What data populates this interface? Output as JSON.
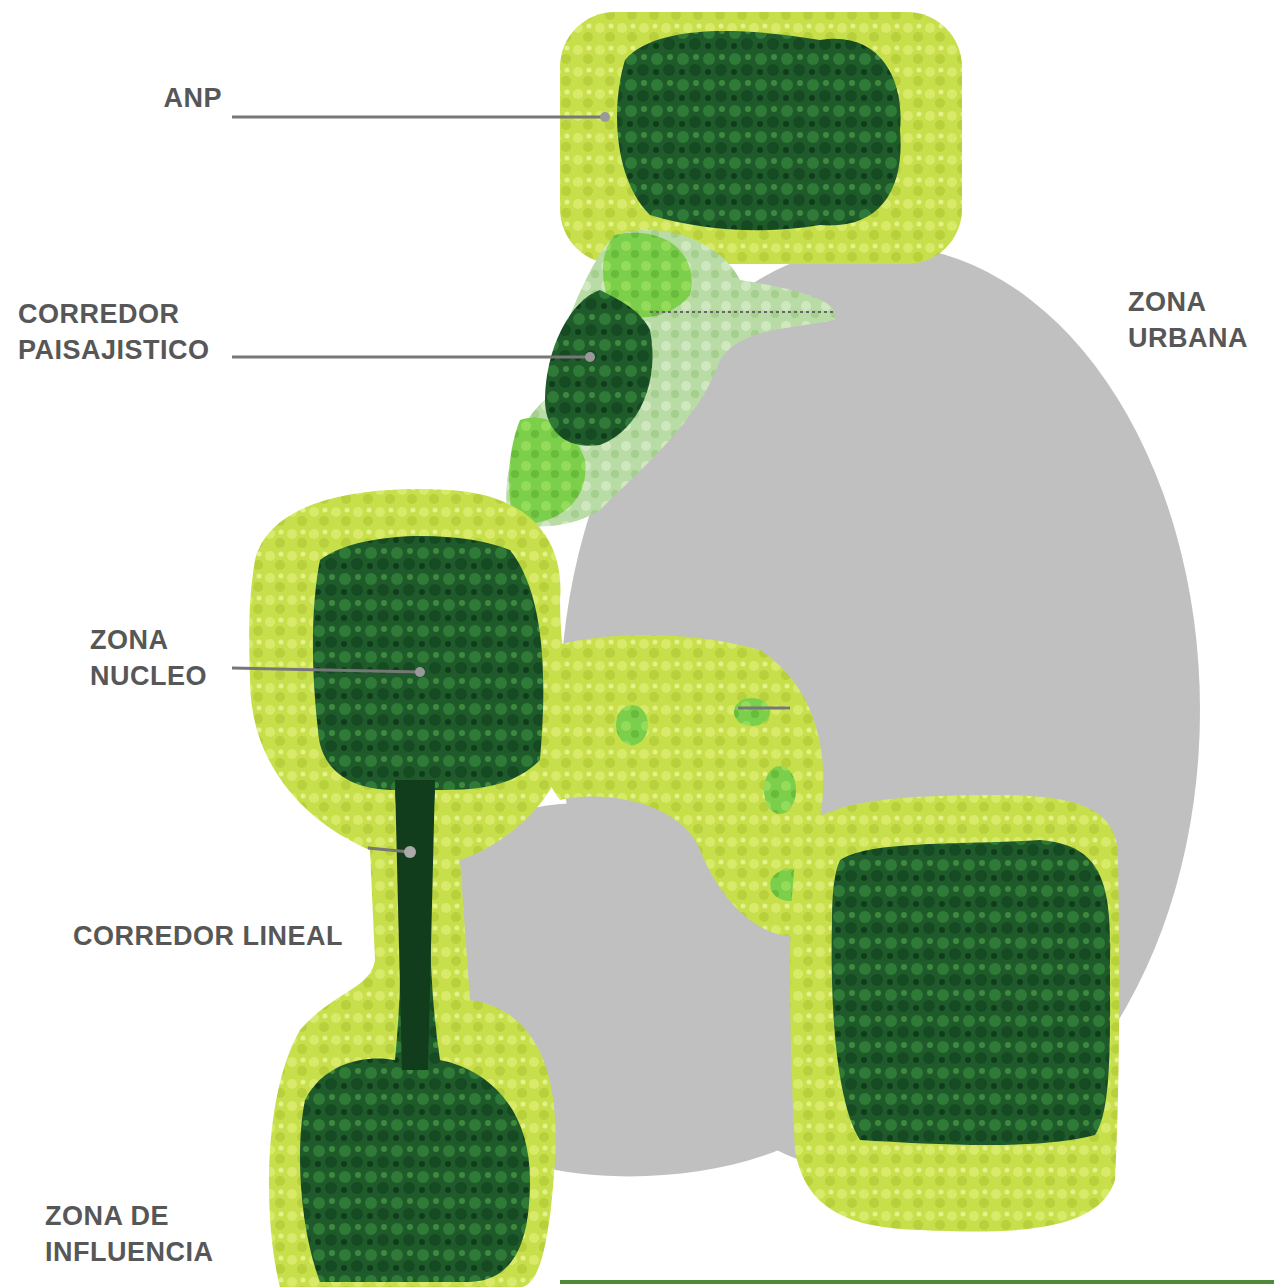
{
  "diagram": {
    "labels": [
      "ANP",
      "CORREDOR PAISAJISTICO",
      "ZONA URBANA",
      "ZONA NUCLEO",
      "CORREDOR LINEAL",
      "ZONA DE INFLUENCIA"
    ]
  }
}
